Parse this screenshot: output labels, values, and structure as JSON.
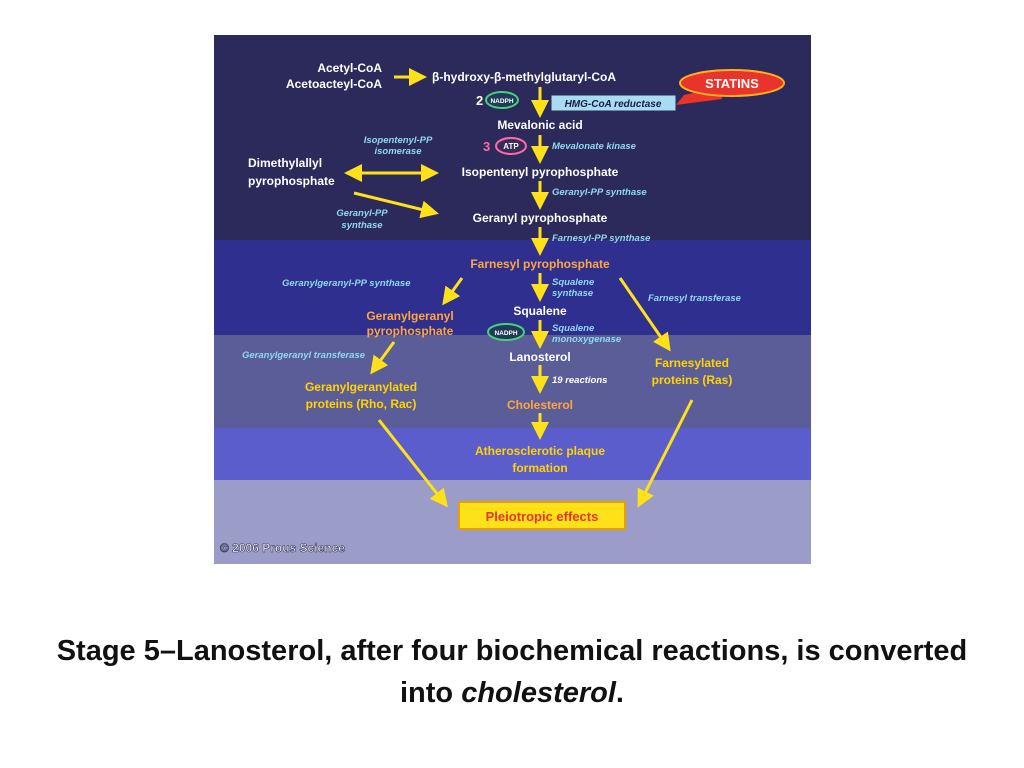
{
  "nodes": {
    "acetyl_coa": "Acetyl-CoA",
    "acetoacetyl_coa": "Acetoacteyl-CoA",
    "hmg_coa_pre": "β-hydroxy-β-methylglutaryl-CoA",
    "mevalonic_acid": "Mevalonic acid",
    "dimethylallyl_1": "Dimethylallyl",
    "dimethylallyl_2": "pyrophosphate",
    "isopentenyl_pp": "Isopentenyl pyrophosphate",
    "geranyl_pp": "Geranyl pyrophosphate",
    "farnesyl_pp": "Farnesyl pyrophosphate",
    "squalene": "Squalene",
    "geranylgeranyl_pp_1": "Geranylgeranyl",
    "geranylgeranyl_pp_2": "pyrophosphate",
    "lanosterol": "Lanosterol",
    "cholesterol": "Cholesterol",
    "gg_proteins_1": "Geranylgeranylated",
    "gg_proteins_2": "proteins (Rho, Rac)",
    "farnesylated_1": "Farnesylated",
    "farnesylated_2": "proteins (Ras)",
    "athero_1": "Atherosclerotic plaque",
    "athero_2": "formation",
    "pleiotropic": "Pleiotropic effects"
  },
  "enzymes": {
    "hmg_coa_reductase": "HMG-CoA reductase",
    "mevalonate_kinase": "Mevalonate kinase",
    "ipp_isomerase_1": "Isopentenyl-PP",
    "ipp_isomerase_2": "isomerase",
    "geranyl_synthase_left_1": "Geranyl-PP",
    "geranyl_synthase_left_2": "synthase",
    "geranyl_synthase_right": "Geranyl-PP synthase",
    "farnesyl_synthase": "Farnesyl-PP synthase",
    "ggpp_synthase": "Geranylgeranyl-PP synthase",
    "squalene_synthase_1": "Squalene",
    "squalene_synthase_2": "synthase",
    "squalene_mono_1": "Squalene",
    "squalene_mono_2": "monoxygenase",
    "farnesyl_transferase": "Farnesyl transferase",
    "gg_transferase": "Geranylgeranyl transferase",
    "nineteen_reactions": "19 reactions"
  },
  "cofactors": {
    "nadph_1": "NADPH",
    "nadph_2": "NADPH",
    "atp": "ATP",
    "count_nadph": "2",
    "count_atp": "3"
  },
  "statins": "STATINS",
  "copyright": "© 2006 Prous Science",
  "caption": {
    "main": "Stage 5–Lanosterol, after four biochemical reactions, is converted into ",
    "emphasis": "cholesterol",
    "end": "."
  },
  "colors": {
    "band_top": "#2b2a5a",
    "band_mid": "#2e2f8e",
    "band_low": "#5b5d98",
    "band_lower": "#5b5dcc",
    "band_bottom": "#9b9cc8",
    "arrow": "#ffe11a",
    "node_white": "#ffffff",
    "node_orange": "#ffa640",
    "enzyme_cyan": "#8fd9f0",
    "statins_red": "#e8342a"
  }
}
